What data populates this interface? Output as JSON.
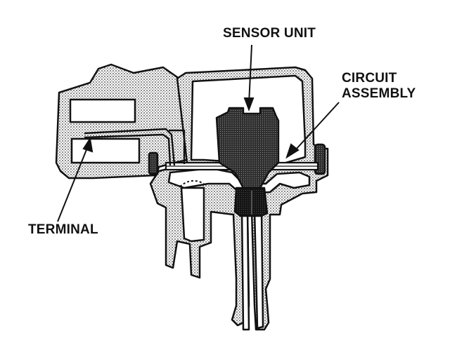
{
  "labels": {
    "sensor_unit": "SENSOR UNIT",
    "circuit_assembly_line1": "CIRCUIT",
    "circuit_assembly_line2": "ASSEMBLY",
    "terminal": "TERMINAL"
  },
  "colors": {
    "ink": "#111111",
    "stipple_light": "#b9b9b9",
    "stipple_dark": "#3c3c3c",
    "paper": "#ffffff"
  }
}
